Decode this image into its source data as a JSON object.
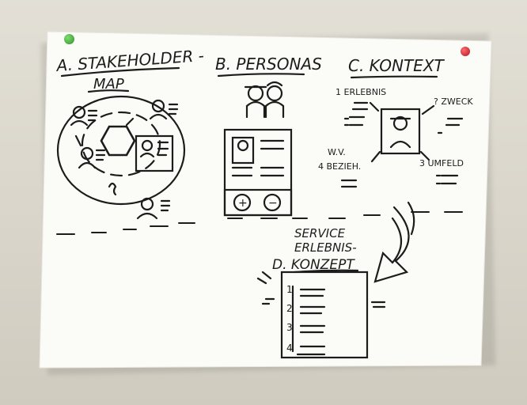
{
  "colors": {
    "paper": "#fbfbf8",
    "ink": "#1c1c1c",
    "pin_green": "#3fae3a",
    "pin_red": "#d8262e",
    "wall": "#dcd8cd"
  },
  "section_a": {
    "title_line1": "A. STAKEHOLDER -",
    "title_line2": "MAP"
  },
  "section_b": {
    "title": "B. PERSONAS"
  },
  "section_c": {
    "title": "C. KONTEXT",
    "item1": "1 ERLEBNIS",
    "item2": "? ZWECK",
    "item3": "3 UMFELD",
    "item4_line1": "W.V.",
    "item4_line2": "4 BEZIEH."
  },
  "section_d": {
    "title_line1": "SERVICE",
    "title_line2": "ERLEBNIS-",
    "title_line3": "D. KONZEPT",
    "rows": [
      "1",
      "2",
      "3",
      "4"
    ]
  },
  "persona_buttons": [
    "+",
    "−"
  ]
}
